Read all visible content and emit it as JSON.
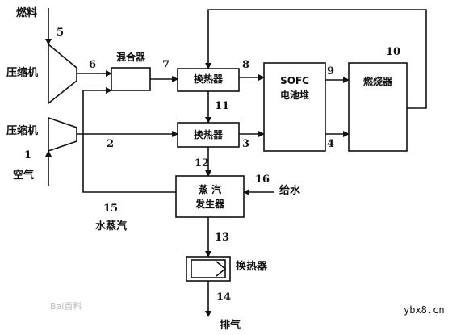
{
  "labels": {
    "fuel": "燃料",
    "compressor_top": "压缩机",
    "compressor_bottom": "压缩机",
    "air": "空气",
    "mixer": "混合器",
    "hx_top": "换热器",
    "hx_mid": "换热器",
    "sofc_line1": "SOFC",
    "sofc_line2": "电池堆",
    "burner": "燃烧器",
    "steam_gen_line1": "蒸  汽",
    "steam_gen_line2": "发生器",
    "water_feed": "给水",
    "steam": "水蒸汽",
    "hx_bottom": "换热器",
    "exhaust": "排气"
  },
  "stream_numbers": {
    "n1": "1",
    "n2": "2",
    "n3": "3",
    "n4": "4",
    "n5": "5",
    "n6": "6",
    "n7": "7",
    "n8": "8",
    "n9": "9",
    "n10": "10",
    "n11": "11",
    "n12": "12",
    "n13": "13",
    "n14": "14",
    "n15": "15",
    "n16": "16"
  },
  "watermark": "Bai百科",
  "site_mark": "ybx8.cn"
}
